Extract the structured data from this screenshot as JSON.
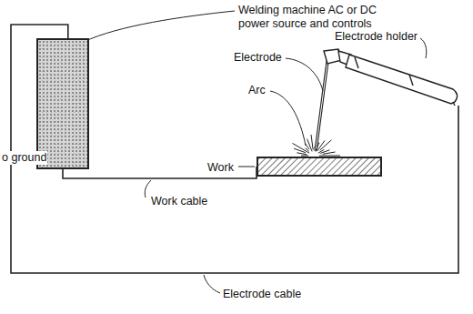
{
  "diagram": {
    "nodes": [
      {
        "text": [
          "Welding machine AC or DC power source and controls"
        ]
      },
      {
        "text": [
          "Work"
        ]
      },
      {
        "text": [
          "Electrode holder"
        ]
      }
    ],
    "edges": [
      {
        "from": 0,
        "to": 1,
        "arrow": "none",
        "label": "Work cable"
      },
      {
        "from": 0,
        "to": 2,
        "arrow": "none",
        "label": "Electrode cable"
      }
    ],
    "labels": [
      "o ground",
      "Electrode",
      "Arc"
    ]
  }
}
